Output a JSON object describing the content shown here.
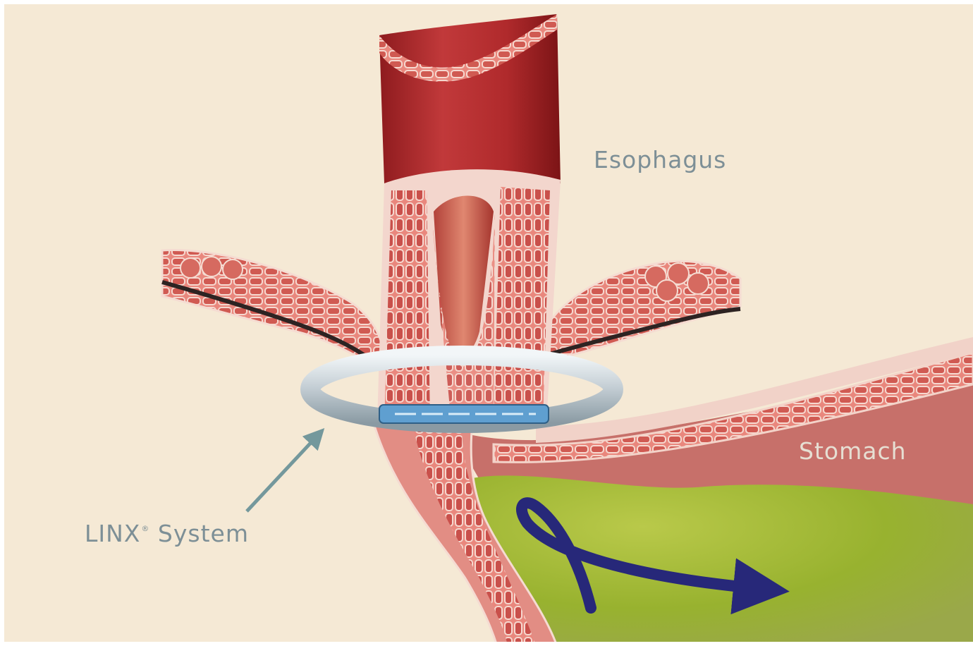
{
  "labels": {
    "esophagus": "Esophagus",
    "stomach": "Stomach",
    "linx_name": "LINX",
    "linx_mark": "®",
    "linx_suffix": " System"
  },
  "colors": {
    "background": "#f5e9d5",
    "muscle_dark": "#b3282a",
    "muscle_light": "#e27a72",
    "tissue_pink": "#f2cfc6",
    "ring_silver": "#c8d2d8",
    "ring_blue": "#5f9fd0",
    "stomach_green": "#99b631",
    "arrow_teal": "#74989c",
    "flow_arrow_navy": "#272879",
    "label_text": "#7d8f96"
  },
  "icons": [
    "pointer-arrow",
    "reflux-flow-arrow"
  ]
}
